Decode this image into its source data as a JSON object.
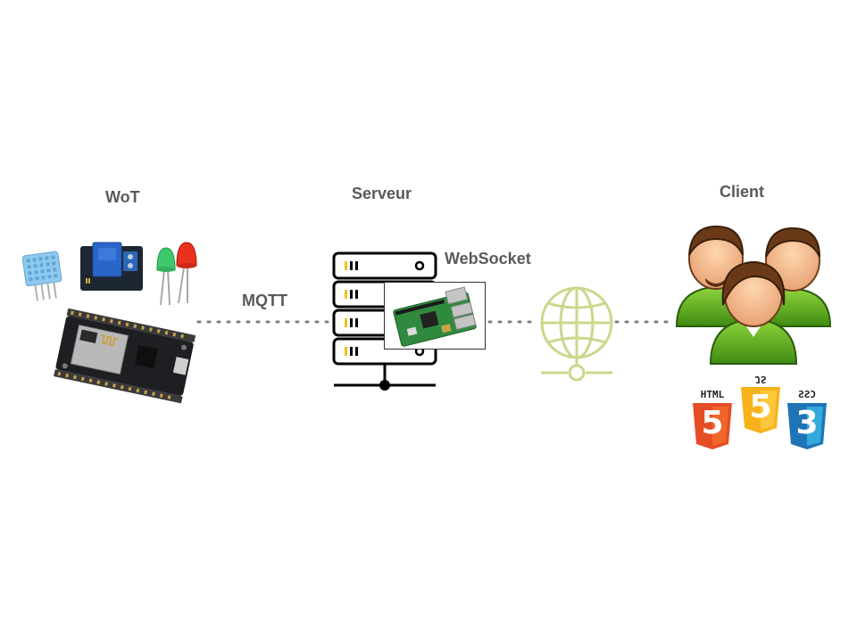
{
  "diagram": {
    "nodes": {
      "wot": {
        "label": "WoT"
      },
      "server": {
        "label": "Serveur"
      },
      "client": {
        "label": "Client"
      }
    },
    "links": {
      "mqtt": {
        "label": "MQTT"
      },
      "websocket": {
        "label": "WebSocket"
      }
    },
    "client_tech": {
      "html": "HTML",
      "js": "JS",
      "css": "CSS",
      "html_digit": "5",
      "js_digit": "5",
      "css_digit": "3"
    },
    "colors": {
      "label_text": "#595959",
      "connector_dots": "#7f7f7f",
      "globe": "#c9d88a",
      "html5": "#e44d26",
      "js": "#f7b21b",
      "css3": "#1f73b7"
    }
  }
}
